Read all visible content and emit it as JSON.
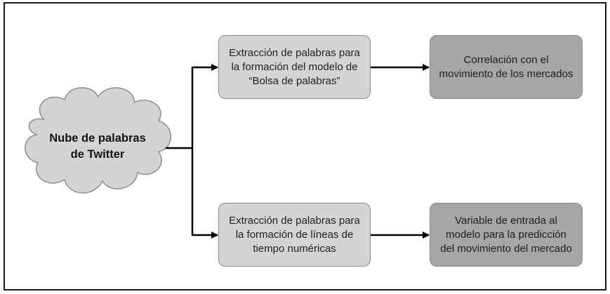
{
  "diagram": {
    "source": {
      "label": "Nube de palabras\nde Twitter",
      "shape": "cloud-icon",
      "fill": "#d4d4d4"
    },
    "top_branch": {
      "step1": "Extracción de palabras para\nla formación del modelo de\n“Bolsa de palabras”",
      "step2": "Correlación con el\nmovimiento de los mercados"
    },
    "bottom_branch": {
      "step1": "Extracción de palabras para\nla formación de líneas de\ntiempo numéricas",
      "step2": "Variable de entrada al\nmodelo para la predicción\ndel movimiento del mercado"
    },
    "colors": {
      "light_box": "#d4d4d4",
      "dark_box": "#a6a6a6",
      "border": "#8c8c8c",
      "connector": "#000000"
    }
  }
}
